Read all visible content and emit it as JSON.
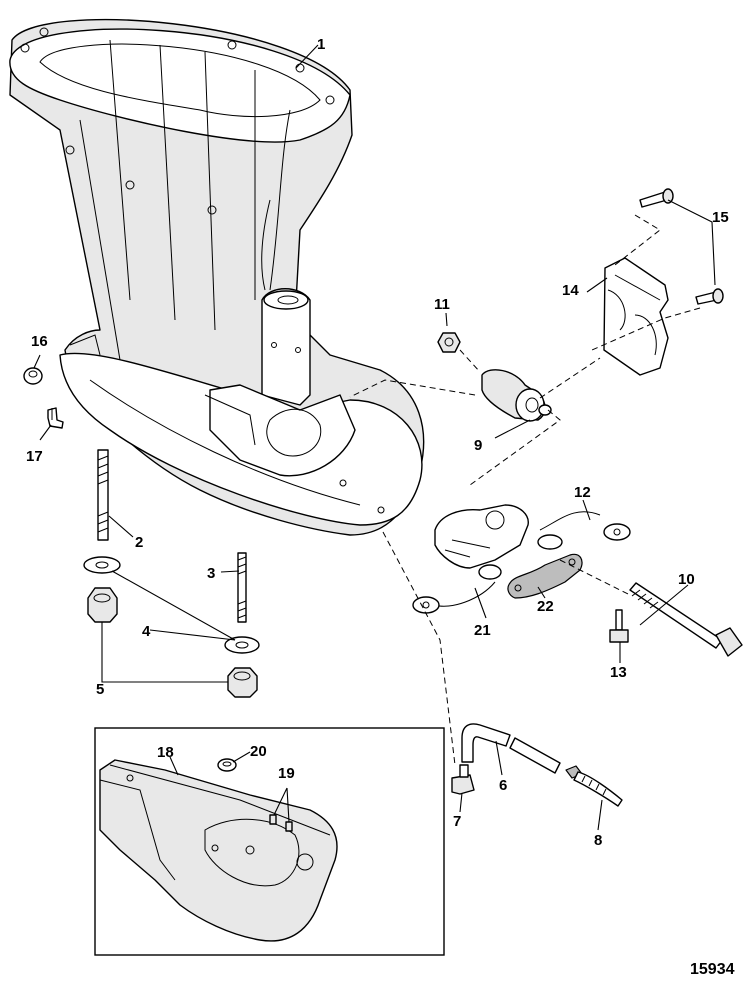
{
  "figure_number": "15934",
  "callouts": {
    "c1": "1",
    "c2": "2",
    "c3": "3",
    "c4": "4",
    "c5": "5",
    "c6": "6",
    "c7": "7",
    "c8": "8",
    "c9": "9",
    "c10": "10",
    "c11": "11",
    "c12": "12",
    "c13": "13",
    "c14": "14",
    "c15": "15",
    "c16": "16",
    "c17": "17",
    "c18": "18",
    "c19": "19",
    "c20": "20",
    "c21": "21",
    "c22": "22"
  }
}
